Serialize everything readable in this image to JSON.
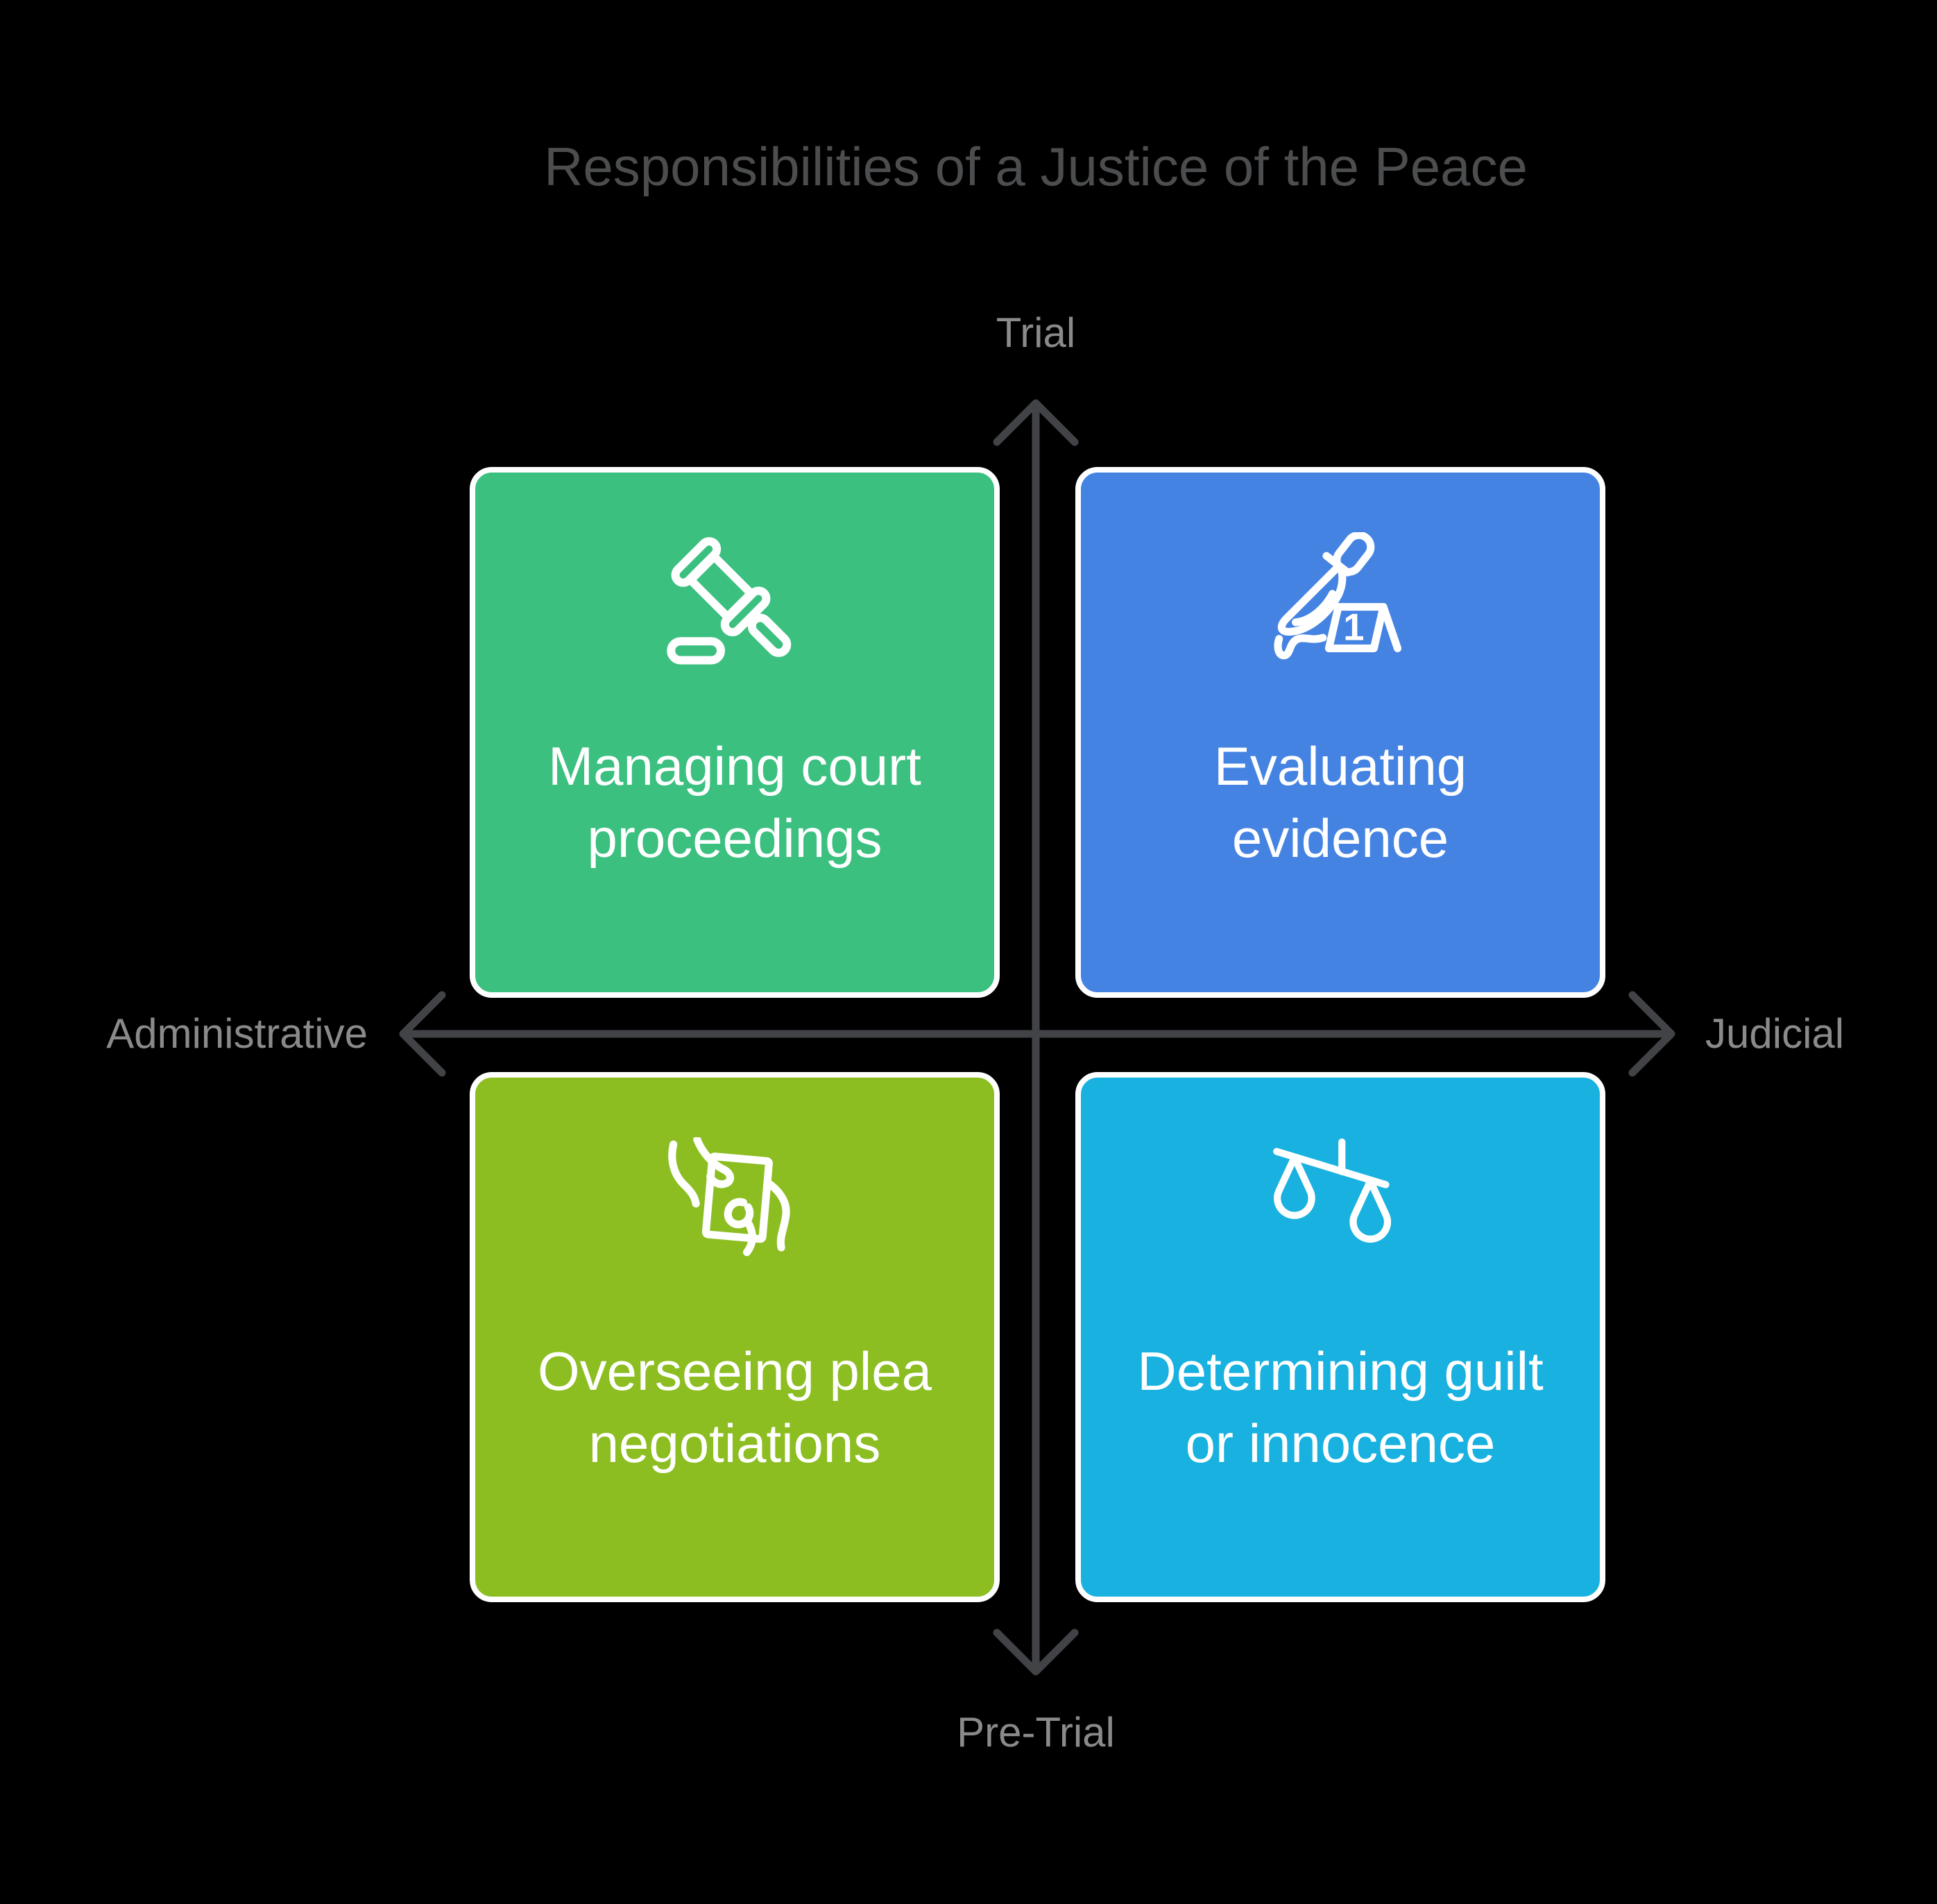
{
  "title": {
    "text": "Responsibilities of a Justice of the Peace",
    "color": "#4b4d4f"
  },
  "axes": {
    "vertical": {
      "top_label": "Trial",
      "bottom_label": "Pre-Trial"
    },
    "horizontal": {
      "left_label": "Administrative",
      "right_label": "Judicial"
    },
    "label_color": "#8a8a8a",
    "arrow_color": "#414347"
  },
  "quadrants": [
    {
      "position": "top-left",
      "icon": "gavel-icon",
      "color": "#3bc07f",
      "lines": [
        "Managing court",
        "proceedings"
      ]
    },
    {
      "position": "top-right",
      "icon": "knife-evidence-marker-icon",
      "color": "#4583e2",
      "lines": [
        "Evaluating",
        "evidence"
      ],
      "marker_number": "1"
    },
    {
      "position": "bottom-left",
      "icon": "hands-holding-document-icon",
      "color": "#8cbe22",
      "lines": [
        "Overseeing plea",
        "negotiations"
      ]
    },
    {
      "position": "bottom-right",
      "icon": "scales-of-justice-icon",
      "color": "#18b1e0",
      "lines": [
        "Determining guilt",
        "or innocence"
      ]
    }
  ],
  "background_color": "#000000",
  "card_text_color": "#ffffff"
}
